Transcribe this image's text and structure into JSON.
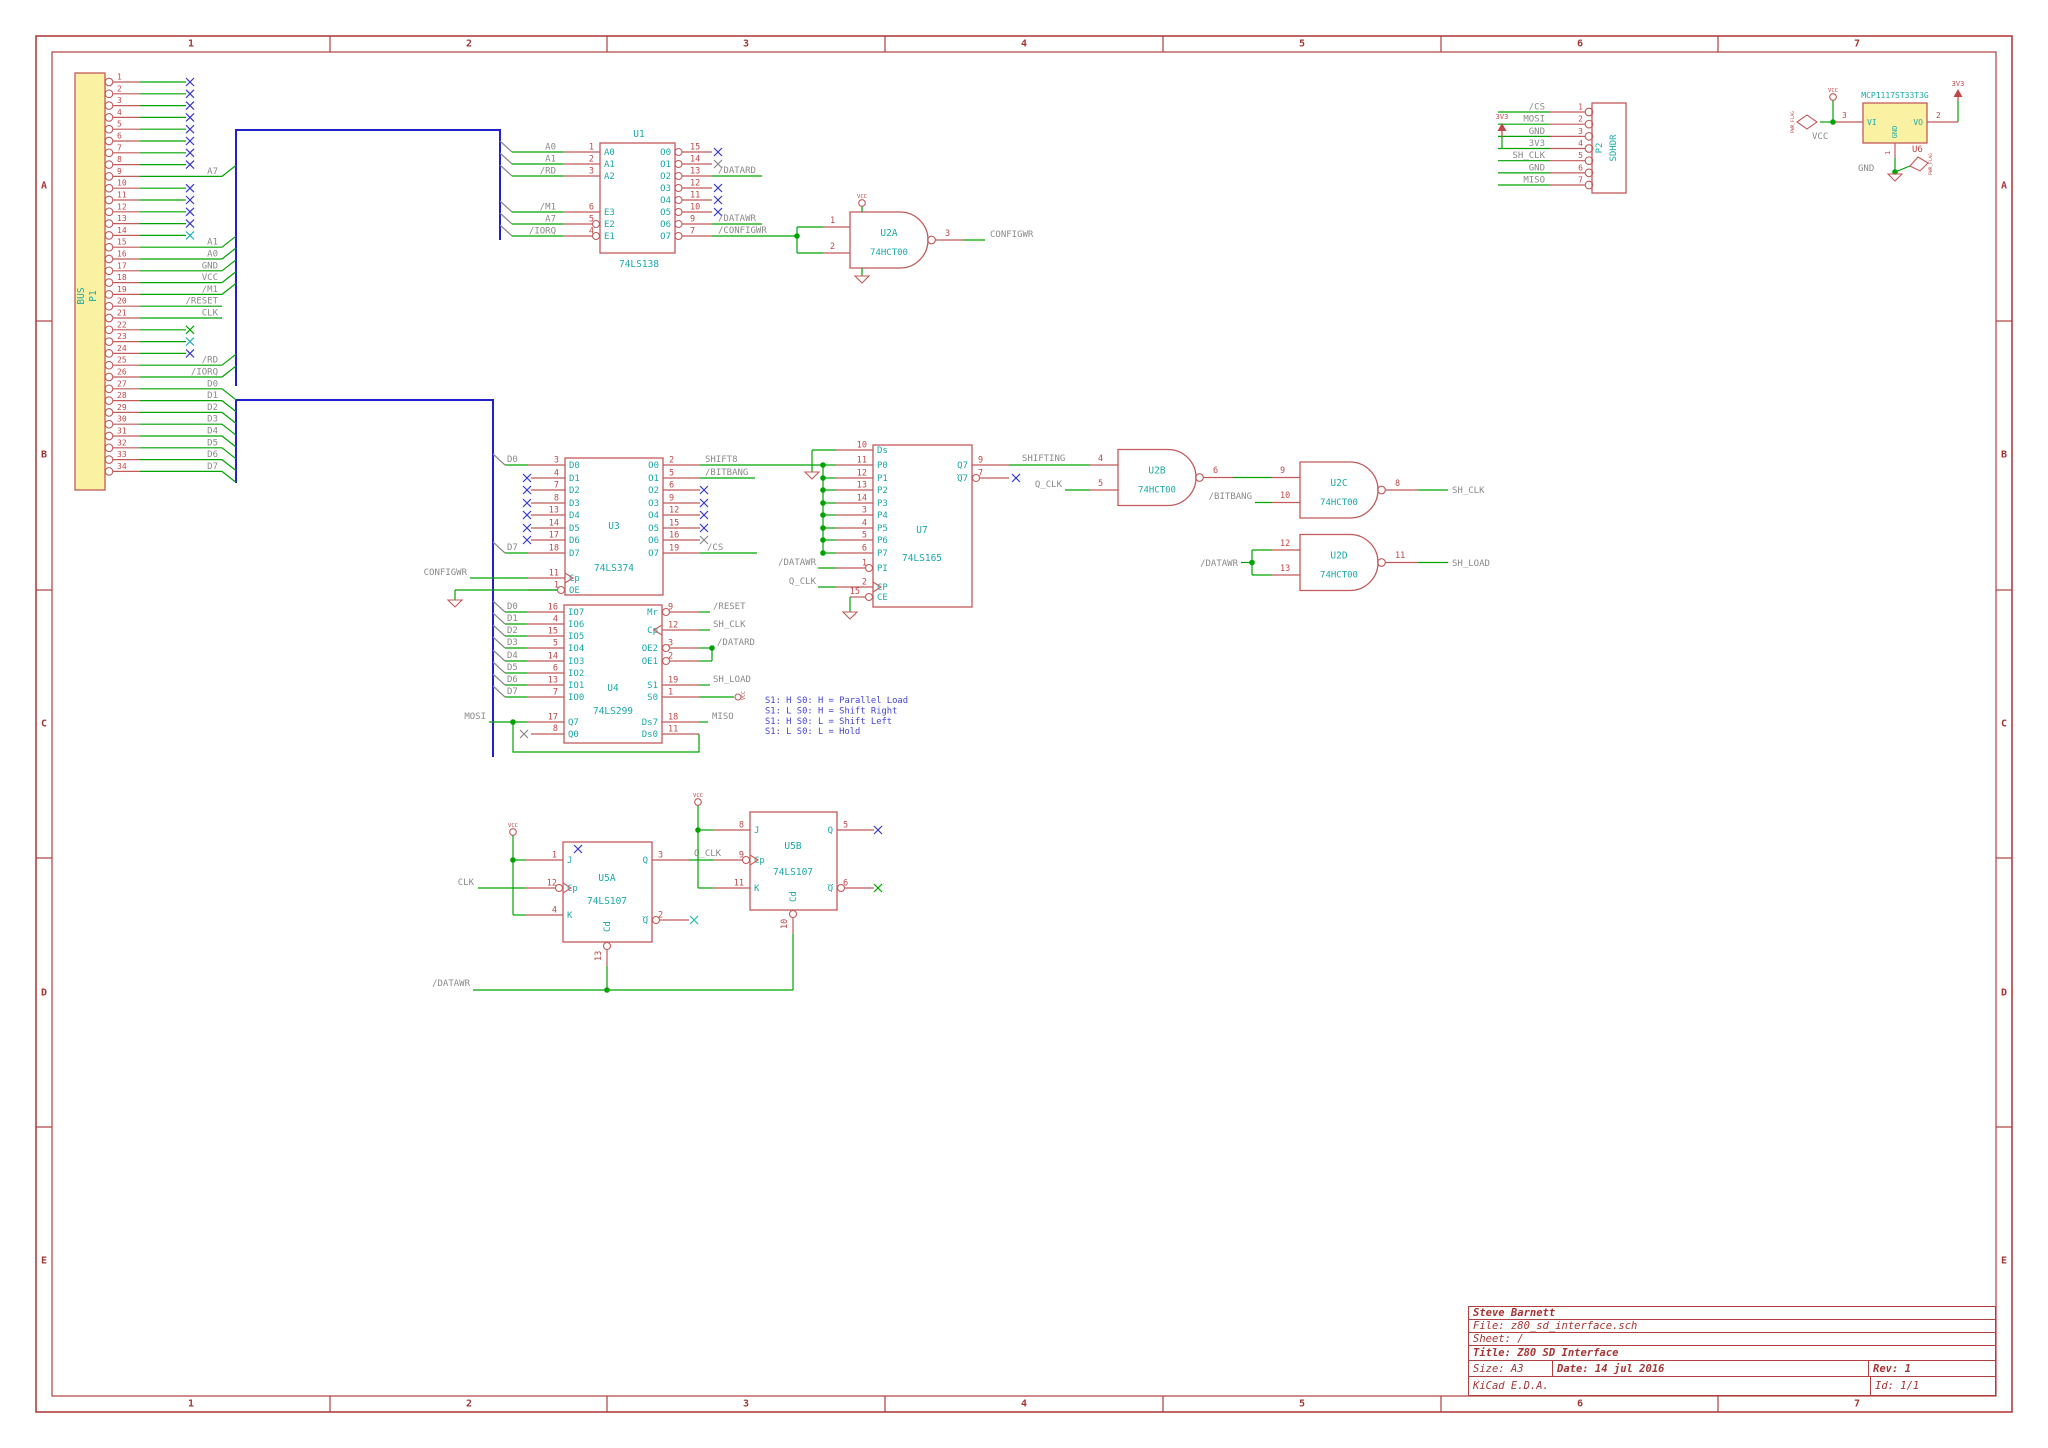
{
  "colors": {
    "frame": "#B04040",
    "body": "#C25A5A",
    "pin": "#C25A5A",
    "num": "#BE4747",
    "cyan": "#1CA8A8",
    "cyanx": "#23B7B7",
    "gray": "#8A8A8A",
    "wire": "#00A300",
    "bus": "#2121CC",
    "ncblue": "#3A3ACC",
    "notes": "#4444D4",
    "yellow": "#FBF1A2",
    "title": "#A53535"
  },
  "border": {
    "cols": [
      "1",
      "2",
      "3",
      "4",
      "5",
      "6",
      "7"
    ],
    "rows": [
      "A",
      "B",
      "C",
      "D",
      "E"
    ]
  },
  "sheet": {
    "title_block": {
      "author": "Steve Barnett",
      "file": "File: z80_sd_interface.sch",
      "sheet": "Sheet: /",
      "title": "Title: Z80 SD Interface",
      "size": "Size: A3",
      "date": "Date: 14 jul 2016",
      "rev": "Rev: 1",
      "tool": "KiCad E.D.A.",
      "id": "Id: 1/1"
    }
  },
  "power": {
    "vcc": "VCC",
    "gnd": "GND",
    "v33": "3V3",
    "flag": "PWR_FLAG"
  },
  "p1": {
    "ref": "P1",
    "value": "BUS",
    "pins": [
      {
        "n": "1",
        "nc": "blue"
      },
      {
        "n": "2",
        "nc": "blue"
      },
      {
        "n": "3",
        "nc": "blue"
      },
      {
        "n": "4",
        "nc": "blue"
      },
      {
        "n": "5",
        "nc": "blue"
      },
      {
        "n": "6",
        "nc": "blue"
      },
      {
        "n": "7",
        "nc": "blue"
      },
      {
        "n": "8",
        "nc": "blue"
      },
      {
        "n": "9",
        "net": "A7",
        "bus": "A"
      },
      {
        "n": "10",
        "nc": "blue"
      },
      {
        "n": "11",
        "nc": "blue"
      },
      {
        "n": "12",
        "nc": "blue"
      },
      {
        "n": "13",
        "nc": "blue"
      },
      {
        "n": "14",
        "nc": "cyan"
      },
      {
        "n": "15",
        "net": "A1",
        "bus": "A"
      },
      {
        "n": "16",
        "net": "A0",
        "bus": "A"
      },
      {
        "n": "17",
        "net": "GND",
        "bus": "A"
      },
      {
        "n": "18",
        "net": "VCC",
        "bus": "A"
      },
      {
        "n": "19",
        "net": "/M1",
        "bus": "A"
      },
      {
        "n": "20",
        "net": "/RESET"
      },
      {
        "n": "21",
        "net": "CLK"
      },
      {
        "n": "22",
        "nc": "green"
      },
      {
        "n": "23",
        "nc": "cyan"
      },
      {
        "n": "24",
        "nc": "blue"
      },
      {
        "n": "25",
        "net": "/RD",
        "bus": "A"
      },
      {
        "n": "26",
        "net": "/IORQ",
        "bus": "A"
      },
      {
        "n": "27",
        "net": "D0",
        "bus": "B"
      },
      {
        "n": "28",
        "net": "D1",
        "bus": "B"
      },
      {
        "n": "29",
        "net": "D2",
        "bus": "B"
      },
      {
        "n": "30",
        "net": "D3",
        "bus": "B"
      },
      {
        "n": "31",
        "net": "D4",
        "bus": "B"
      },
      {
        "n": "32",
        "net": "D5",
        "bus": "B"
      },
      {
        "n": "33",
        "net": "D6",
        "bus": "B"
      },
      {
        "n": "34",
        "net": "D7",
        "bus": "B"
      }
    ]
  },
  "u1": {
    "ref": "U1",
    "part": "74LS138",
    "left": [
      {
        "n": "1",
        "name": "A0",
        "net": "A0"
      },
      {
        "n": "2",
        "name": "A1",
        "net": "A1"
      },
      {
        "n": "3",
        "name": "A2",
        "net": "/RD"
      },
      {
        "n": "6",
        "name": "E3",
        "net": "/M1"
      },
      {
        "n": "5",
        "name": "E2",
        "net": "A7",
        "bubble": true
      },
      {
        "n": "4",
        "name": "E1",
        "net": "/IORQ",
        "bubble": true
      }
    ],
    "right": [
      {
        "n": "15",
        "name": "O0",
        "nc": "blue"
      },
      {
        "n": "14",
        "name": "O1",
        "nc": "gray"
      },
      {
        "n": "13",
        "name": "O2",
        "net": "/DATARD"
      },
      {
        "n": "12",
        "name": "O3",
        "nc": "blue"
      },
      {
        "n": "11",
        "name": "O4",
        "nc": "blue"
      },
      {
        "n": "10",
        "name": "O5",
        "nc": "blue"
      },
      {
        "n": "9",
        "name": "O6",
        "net": "/DATAWR"
      },
      {
        "n": "7",
        "name": "O7",
        "net": "/CONFIGWR"
      }
    ]
  },
  "u2a": {
    "ref": "U2A",
    "part": "74HCT00",
    "in1": "1",
    "in2": "2",
    "out": "3",
    "out_net": "CONFIGWR"
  },
  "u2b": {
    "ref": "U2B",
    "part": "74HCT00",
    "in1": "4",
    "in2": "5",
    "out": "6",
    "in1_net": "SHIFTING",
    "in2_net": "Q_CLK",
    "link": "9"
  },
  "u2c": {
    "ref": "U2C",
    "part": "74HCT00",
    "in1": "9",
    "in2": "10",
    "out": "8",
    "in2_net": "/BITBANG",
    "out_net": "SH_CLK"
  },
  "u2d": {
    "ref": "U2D",
    "part": "74HCT00",
    "in1": "12",
    "in2": "13",
    "out": "11",
    "in_net": "/DATAWR",
    "out_net": "SH_LOAD"
  },
  "u3": {
    "ref": "U3",
    "part": "74LS374",
    "left": [
      {
        "n": "3",
        "name": "D0",
        "net": "D0"
      },
      {
        "n": "4",
        "name": "D1",
        "nc": "blue"
      },
      {
        "n": "7",
        "name": "D2",
        "nc": "blue"
      },
      {
        "n": "8",
        "name": "D3",
        "nc": "blue"
      },
      {
        "n": "13",
        "name": "D4",
        "nc": "blue"
      },
      {
        "n": "14",
        "name": "D5",
        "nc": "blue"
      },
      {
        "n": "17",
        "name": "D6",
        "nc": "blue"
      },
      {
        "n": "18",
        "name": "D7",
        "net": "D7"
      }
    ],
    "ctrl": [
      {
        "n": "11",
        "name": "Cp",
        "clock": true,
        "net": "CONFIGWR"
      },
      {
        "n": "1",
        "name": "OE",
        "bubble": true
      }
    ],
    "right": [
      {
        "n": "2",
        "name": "O0",
        "net": "SHIFT8"
      },
      {
        "n": "5",
        "name": "O1",
        "net": "/BITBANG"
      },
      {
        "n": "6",
        "name": "O2",
        "nc": "blue"
      },
      {
        "n": "9",
        "name": "O3",
        "nc": "blue"
      },
      {
        "n": "12",
        "name": "O4",
        "nc": "blue"
      },
      {
        "n": "15",
        "name": "O5",
        "nc": "blue"
      },
      {
        "n": "16",
        "name": "O6",
        "nc": "gray"
      },
      {
        "n": "19",
        "name": "O7",
        "net": "/CS"
      }
    ]
  },
  "u4": {
    "ref": "U4",
    "part": "74LS299",
    "io": [
      {
        "n": "16",
        "name": "IO7",
        "net": "D0"
      },
      {
        "n": "4",
        "name": "IO6",
        "net": "D1"
      },
      {
        "n": "15",
        "name": "IO5",
        "net": "D2"
      },
      {
        "n": "5",
        "name": "IO4",
        "net": "D3"
      },
      {
        "n": "14",
        "name": "IO3",
        "net": "D4"
      },
      {
        "n": "6",
        "name": "IO2",
        "net": "D5"
      },
      {
        "n": "13",
        "name": "IO1",
        "net": "D6"
      },
      {
        "n": "7",
        "name": "IO0",
        "net": "D7"
      }
    ],
    "q7": {
      "n": "17",
      "name": "Q7",
      "net": "MOSI"
    },
    "q0": {
      "n": "8",
      "name": "Q0"
    },
    "right": [
      {
        "n": "9",
        "name": "Mr",
        "bubble": true,
        "net": "/RESET"
      },
      {
        "n": "12",
        "name": "Cp",
        "clock": true,
        "net": "SH_CLK"
      },
      {
        "n": "3",
        "name": "OE2",
        "bubble": true,
        "net": "/DATARD"
      },
      {
        "n": "2",
        "name": "OE1",
        "bubble": true
      },
      {
        "n": "19",
        "name": "S1",
        "net": "SH_LOAD"
      },
      {
        "n": "1",
        "name": "S0"
      },
      {
        "n": "18",
        "name": "Ds7",
        "net": "MISO"
      },
      {
        "n": "11",
        "name": "Ds0"
      }
    ]
  },
  "u7": {
    "ref": "U7",
    "part": "74LS165",
    "ds": {
      "n": "10",
      "name": "Ds"
    },
    "p": [
      {
        "n": "11",
        "name": "P0"
      },
      {
        "n": "12",
        "name": "P1"
      },
      {
        "n": "13",
        "name": "P2"
      },
      {
        "n": "14",
        "name": "P3"
      },
      {
        "n": "3",
        "name": "P4"
      },
      {
        "n": "4",
        "name": "P5"
      },
      {
        "n": "5",
        "name": "P6"
      },
      {
        "n": "6",
        "name": "P7"
      }
    ],
    "pi": {
      "n": "1",
      "name": "PI",
      "net": "/DATAWR"
    },
    "cp": {
      "n": "2",
      "name": "CP",
      "net": "Q_CLK"
    },
    "ce": {
      "n": "15",
      "name": "CE"
    },
    "q7": {
      "n": "9",
      "name": "Q7",
      "net": "SHIFTING"
    },
    "q7b": {
      "n": "7",
      "name": "Q7"
    }
  },
  "u5a": {
    "ref": "U5A",
    "part": "74LS107",
    "j": "1",
    "cp": "12",
    "k": "4",
    "q": "3",
    "qb": "2",
    "cd": "13",
    "names": {
      "j": "J",
      "cp": "Cp",
      "k": "K",
      "q": "Q",
      "qb": "Q",
      "cd": "Cd"
    },
    "cp_net": "CLK",
    "q_net": "Q_CLK"
  },
  "u5b": {
    "ref": "U5B",
    "part": "74LS107",
    "j": "8",
    "cp": "9",
    "k": "11",
    "q": "5",
    "qb": "6",
    "cd": "10",
    "names": {
      "j": "J",
      "cp": "Cp",
      "k": "K",
      "q": "Q",
      "qb": "Q",
      "cd": "Cd"
    }
  },
  "p2": {
    "ref": "P2",
    "value": "SDHDR",
    "pins": [
      {
        "n": "1",
        "net": "/CS"
      },
      {
        "n": "2",
        "net": "MOSI"
      },
      {
        "n": "3",
        "net": "GND"
      },
      {
        "n": "4",
        "net": "3V3",
        "flag": "3V3"
      },
      {
        "n": "5",
        "net": "SH_CLK"
      },
      {
        "n": "6",
        "net": "GND"
      },
      {
        "n": "7",
        "net": "MISO"
      }
    ]
  },
  "u6": {
    "ref": "U6",
    "part": "MCP1117ST33T3G",
    "vi": {
      "n": "3",
      "name": "VI"
    },
    "vo": {
      "n": "2",
      "name": "VO"
    },
    "gnd": {
      "n": "1",
      "name": "GND"
    },
    "lbl_vcc": "VCC",
    "lbl_gnd": "GND",
    "lbl_3v3": "3V3"
  },
  "netlabel": {
    "datawr_bottom": "/DATAWR",
    "clk": "CLK",
    "q_clk": "Q_CLK",
    "mosi": "MOSI"
  },
  "notes": [
    "S1: H S0: H = Parallel Load",
    "S1: L S0: H = Shift Right",
    "S1: H S0: L = Shift Left",
    "S1: L S0: L = Hold"
  ]
}
